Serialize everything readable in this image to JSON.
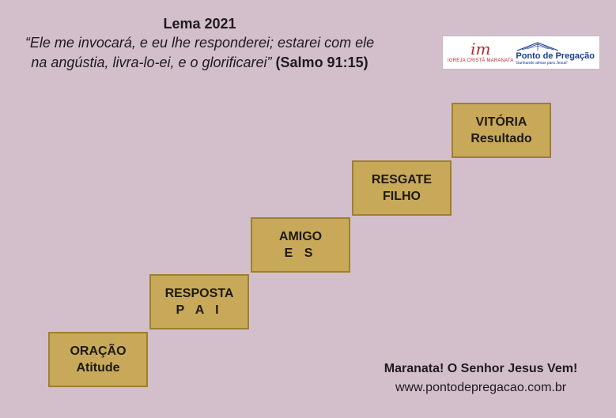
{
  "header": {
    "title": "Lema 2021",
    "verse_line1": "“Ele me invocará, e eu lhe responderei; estarei com ele",
    "verse_line2": "na angústia, livra-lo-ei, e o glorificarei”",
    "verse_ref": "(Salmo 91:15)"
  },
  "logos": {
    "church_monogram": "im",
    "church_name": "IGREJA CRISTÃ MARANATA",
    "site_brand": "Ponto de Pregação",
    "site_tagline": "Ganhando almas para Jesus!"
  },
  "steps": [
    {
      "label": "ORAÇÃO",
      "sub": "Atitude"
    },
    {
      "label": "RESPOSTA",
      "sub": "P A I"
    },
    {
      "label": "AMIGO",
      "sub": "E S"
    },
    {
      "label": "RESGATE",
      "sub": "FILHO"
    },
    {
      "label": "VITÓRIA",
      "sub": "Resultado"
    }
  ],
  "footer": {
    "slogan": "Maranata!  O Senhor Jesus Vem!",
    "url": "www.pontodepregacao.com.br"
  }
}
